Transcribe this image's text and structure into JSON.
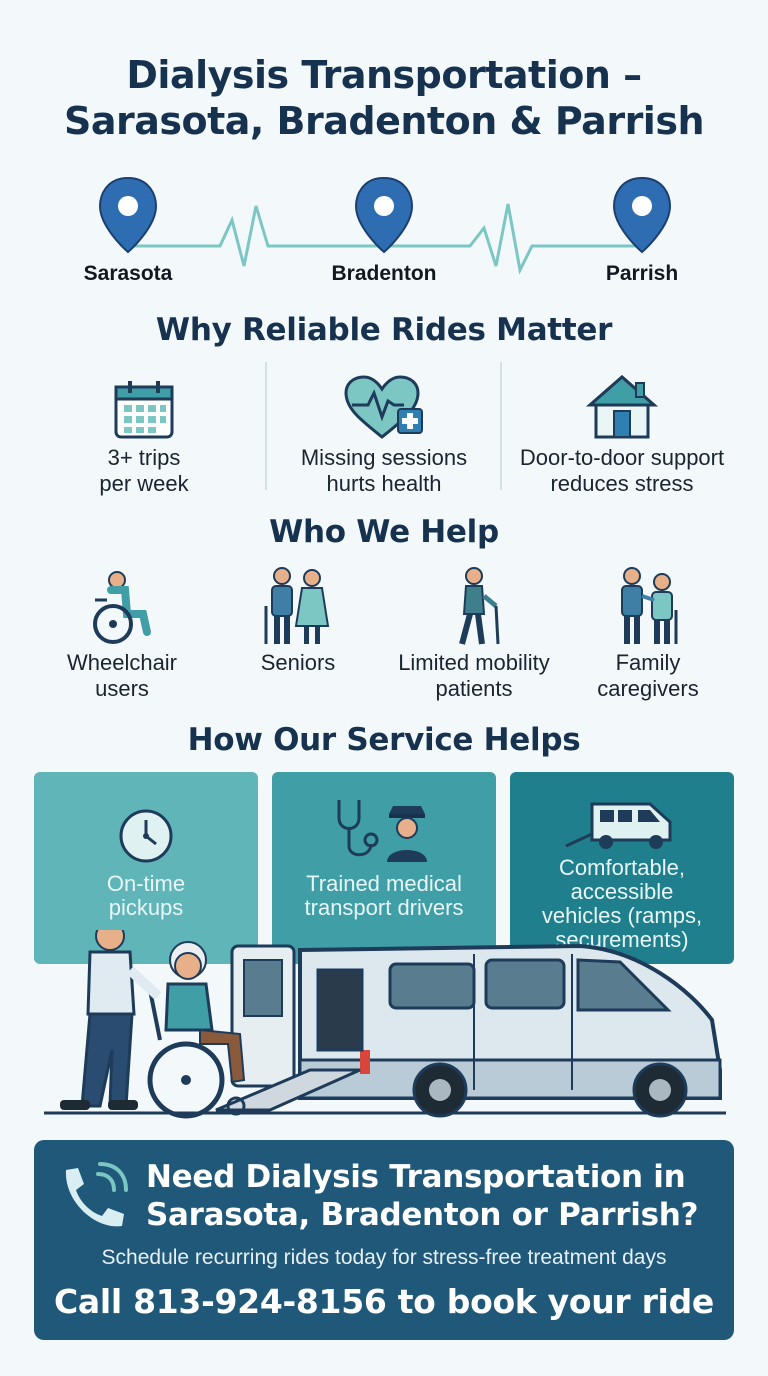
{
  "header": {
    "title_line1": "Dialysis Transportation –",
    "title_line2": "Sarasota, Bradenton & Parrish"
  },
  "route": {
    "cities": [
      "Sarasota",
      "Bradenton",
      "Parrish"
    ],
    "pin_color": "#2f6db3",
    "line_color": "#7cc6c4"
  },
  "why": {
    "heading": "Why Reliable Rides Matter",
    "items": [
      {
        "icon": "calendar-icon",
        "text": "3+ trips\nper week"
      },
      {
        "icon": "heart-health-icon",
        "text": "Missing sessions\nhurts health"
      },
      {
        "icon": "house-icon",
        "text": "Door-to-door support\nreduces stress"
      }
    ]
  },
  "who": {
    "heading": "Who We Help",
    "items": [
      {
        "icon": "wheelchair-user-icon",
        "text": "Wheelchair\nusers"
      },
      {
        "icon": "seniors-icon",
        "text": "Seniors"
      },
      {
        "icon": "cane-walker-icon",
        "text": "Limited mobility\npatients"
      },
      {
        "icon": "caregiver-icon",
        "text": "Family\ncaregivers"
      }
    ]
  },
  "how": {
    "heading": "How Our Service Helps",
    "cards": [
      {
        "icon": "clock-icon",
        "text": "On-time\npickups",
        "color": "#5fb5b7"
      },
      {
        "icon": "driver-stethoscope-icon",
        "text": "Trained medical\ntransport drivers",
        "color": "#3f9ea6"
      },
      {
        "icon": "van-ramp-icon",
        "text": "Comfortable,\naccessible\nvehicles (ramps,\nsecurements)",
        "color": "#1f7f8c"
      }
    ]
  },
  "cta": {
    "headline_line1": "Need Dialysis Transportation in",
    "headline_line2": "Sarasota, Bradenton or Parrish?",
    "subtext": "Schedule recurring rides today for stress-free treatment days",
    "call": "Call 813-924-8156 to book your ride",
    "background": "#1f5878"
  }
}
